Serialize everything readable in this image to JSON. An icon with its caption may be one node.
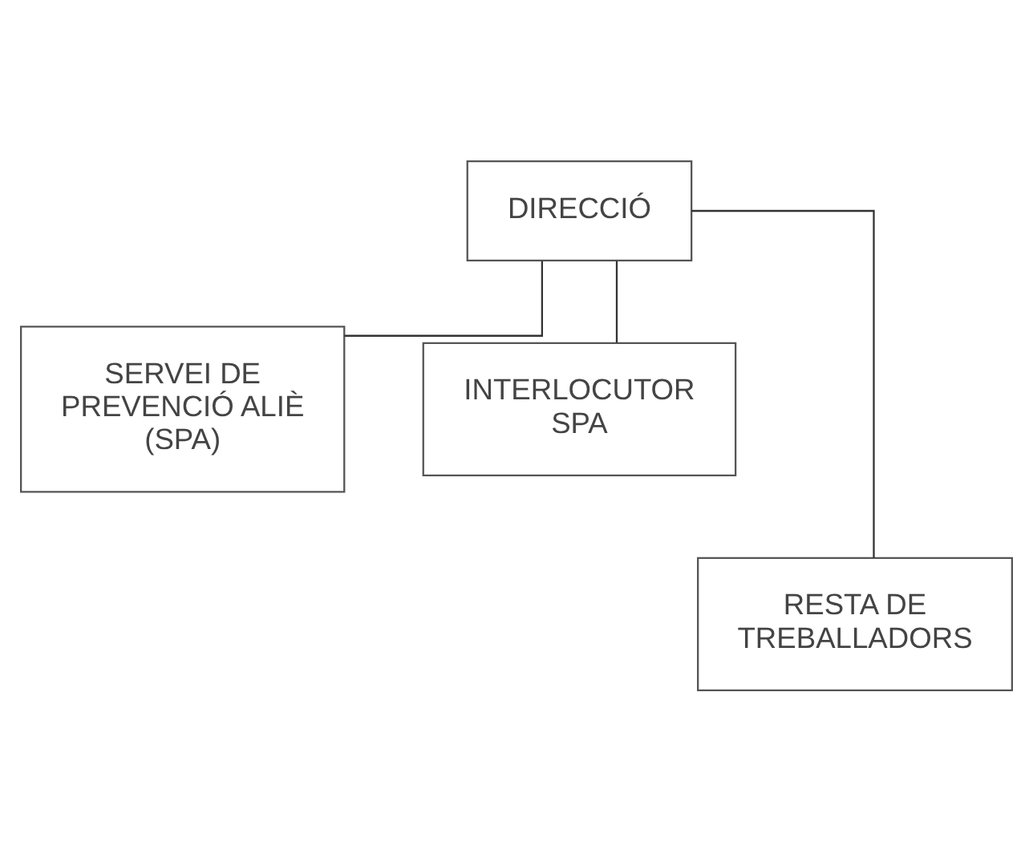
{
  "diagram": {
    "nodes": [
      {
        "text": [
          "DIRECCIÓ"
        ]
      },
      {
        "text": [
          "SERVEI DE PREVENCIÓ ALIÈ (SPA)"
        ]
      },
      {
        "text": [
          "INTERLOCUTOR SPA"
        ]
      },
      {
        "text": [
          "RESTA DE TREBALLADORS"
        ]
      }
    ],
    "edges": [
      {
        "from": 0,
        "to": 1,
        "arrow": "none"
      },
      {
        "from": 0,
        "to": 2,
        "arrow": "none"
      },
      {
        "from": 0,
        "to": 3,
        "arrow": "none"
      }
    ]
  }
}
